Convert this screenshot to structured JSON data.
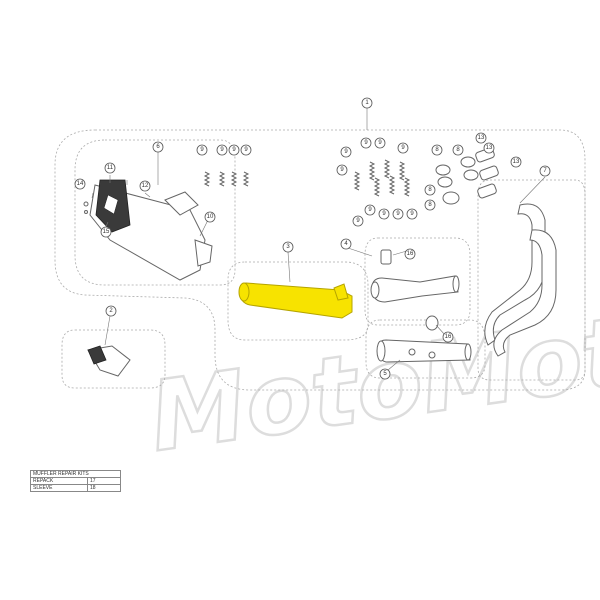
{
  "watermark": "MotoMoto",
  "callouts": [
    "1",
    "2",
    "3",
    "4",
    "5",
    "6",
    "7",
    "8",
    "9",
    "10",
    "11",
    "12",
    "13",
    "14",
    "15",
    "16"
  ],
  "kit_table": {
    "title": "MUFFLER REPAIR KITS",
    "rows": [
      {
        "label": "REPACK",
        "value": "17"
      },
      {
        "label": "SLEEVE",
        "value": "18"
      }
    ]
  },
  "colors": {
    "highlight": "#f7e300",
    "line": "#666666"
  }
}
